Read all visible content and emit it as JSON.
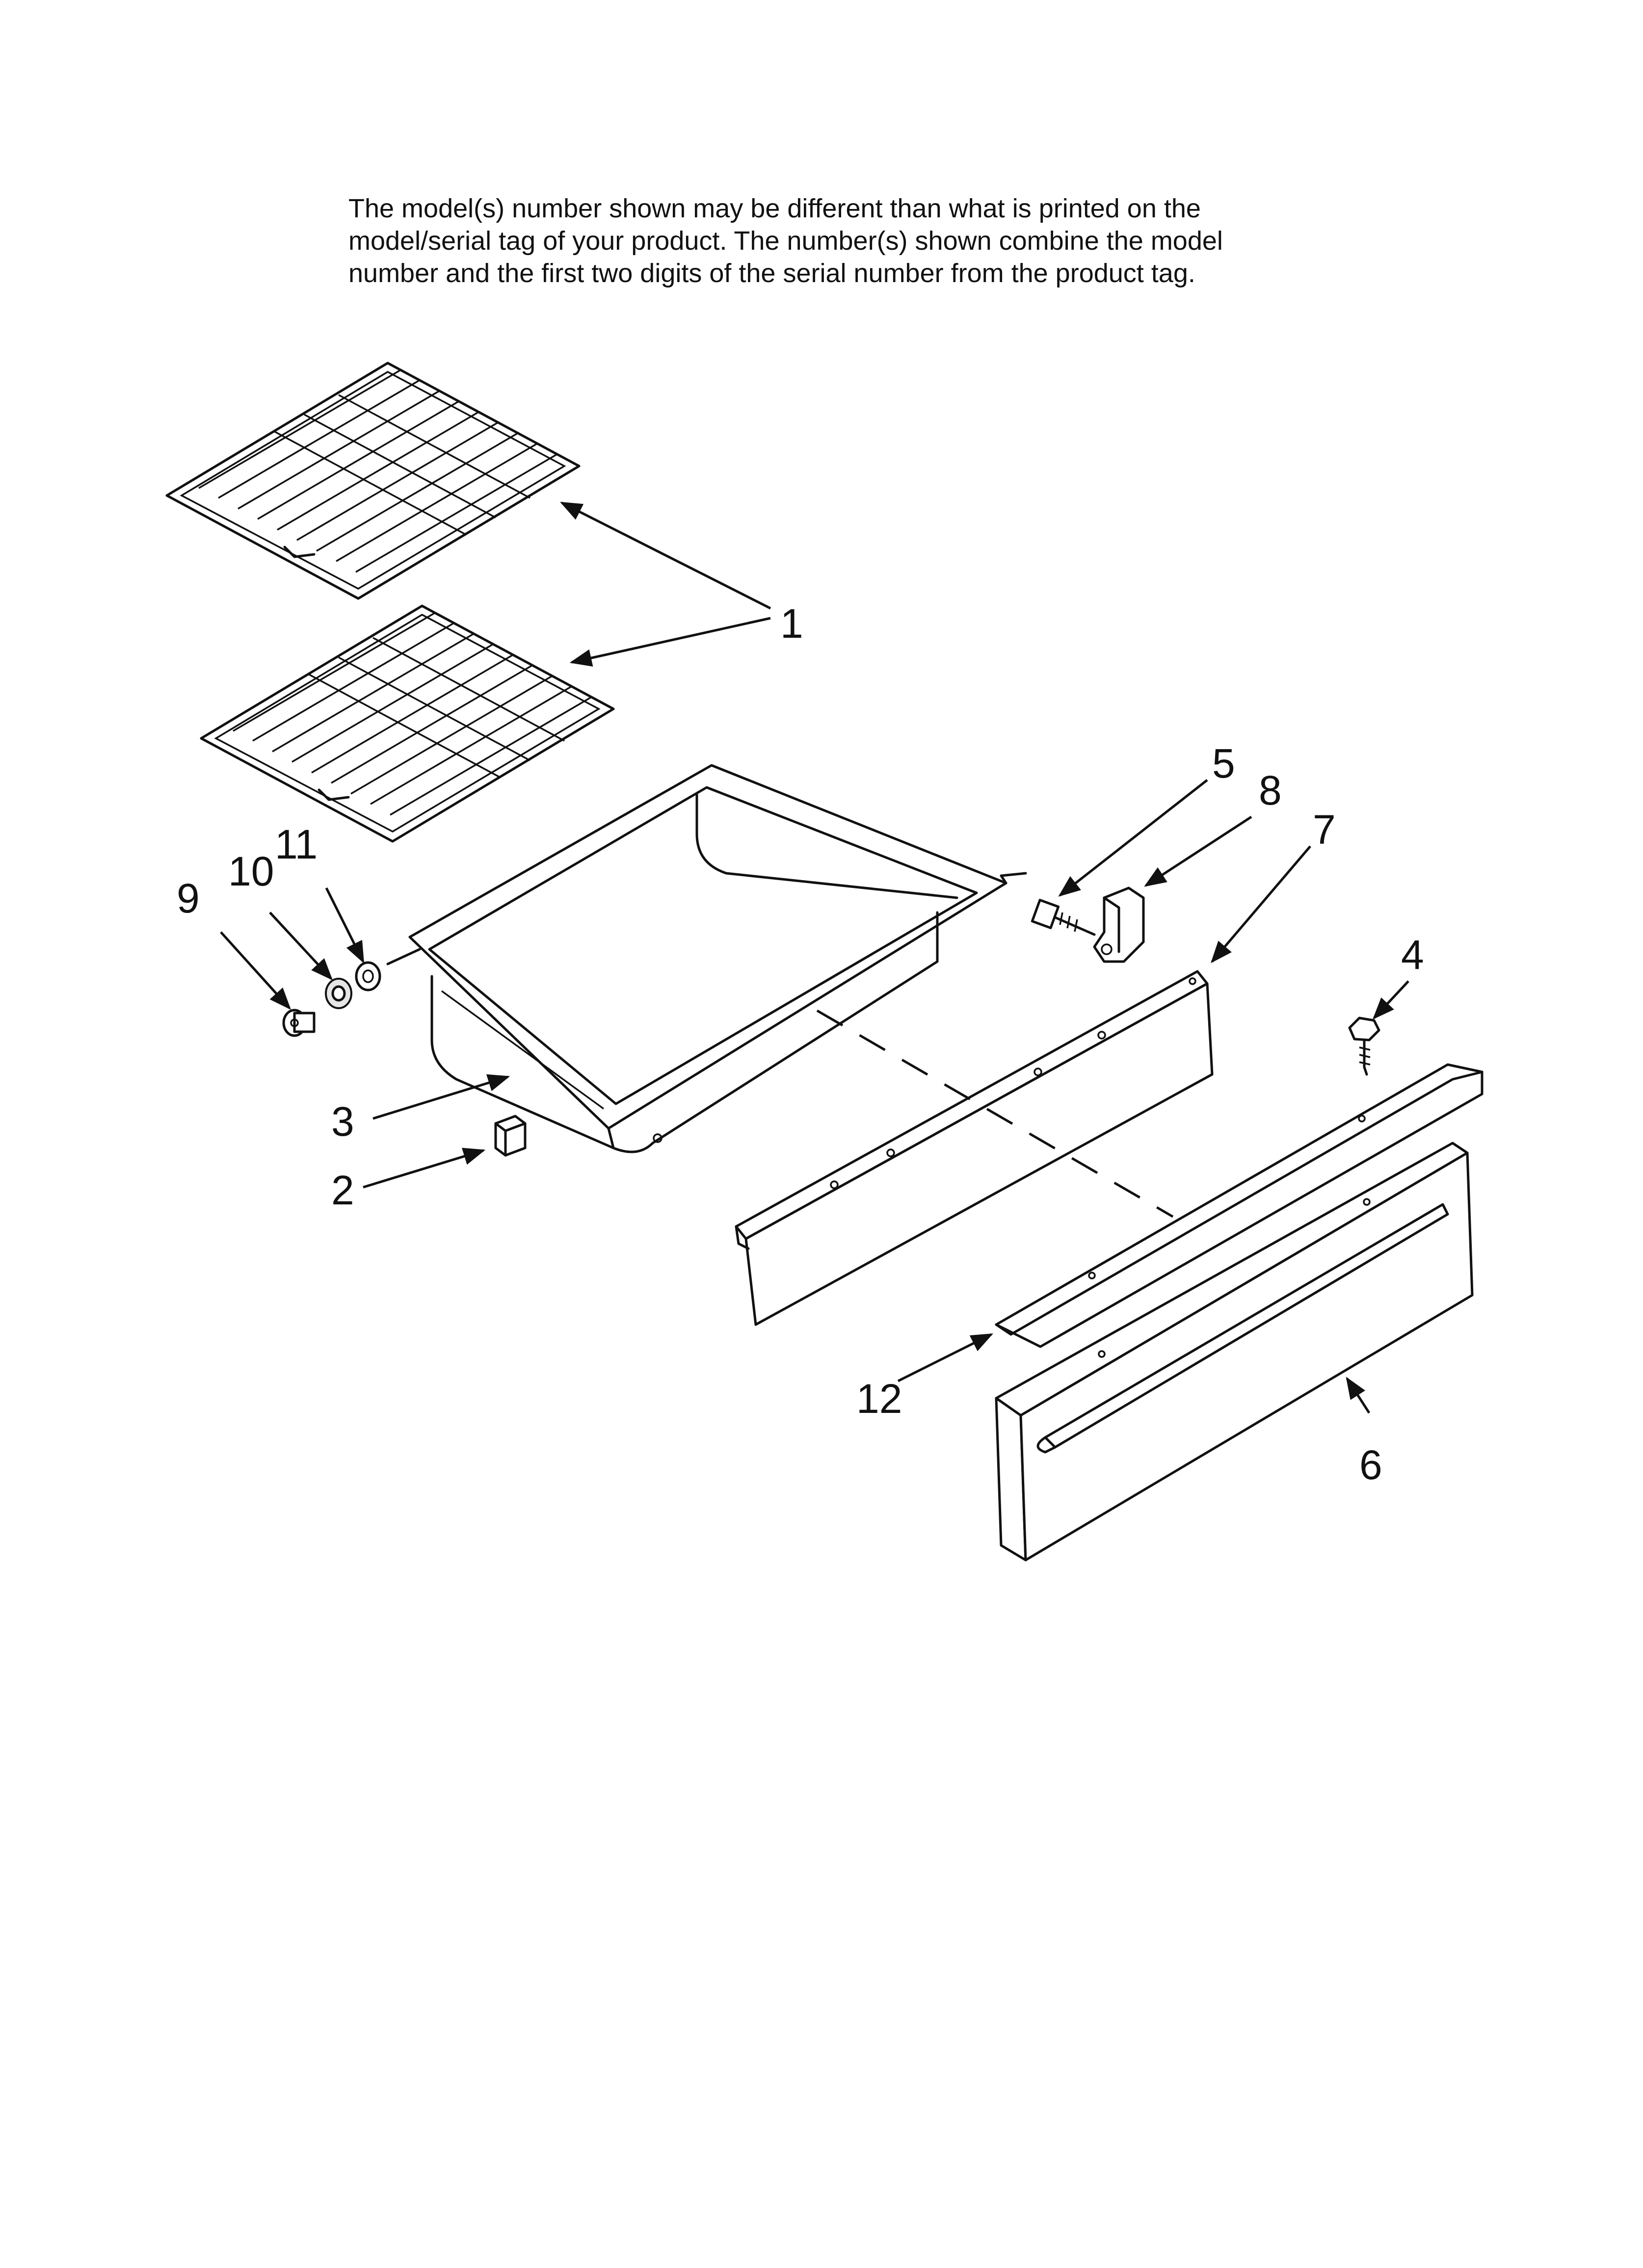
{
  "notice": {
    "lines": [
      "The model(s) number shown may be different than what is printed on the",
      "model/serial tag of your product. The number(s) shown combine the model",
      "number and the first two digits of the serial number from the product tag."
    ]
  },
  "callouts": {
    "c1": "1",
    "c2": "2",
    "c3": "3",
    "c4": "4",
    "c5": "5",
    "c6": "6",
    "c7": "7",
    "c8": "8",
    "c9": "9",
    "c10": "10",
    "c11": "11",
    "c12": "12"
  }
}
